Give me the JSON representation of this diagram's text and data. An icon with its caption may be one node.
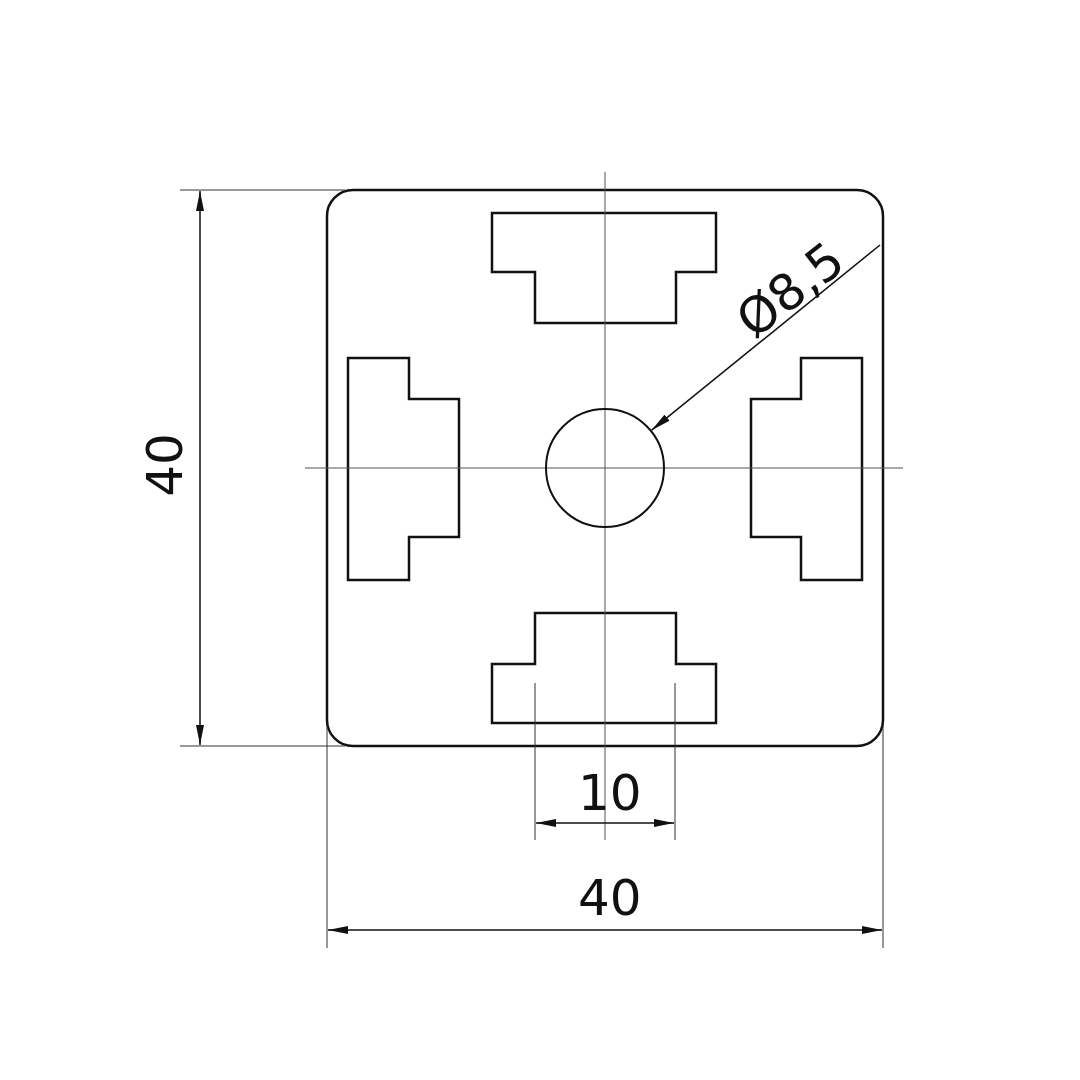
{
  "diagram": {
    "nodes": [
      {
        "text": [
          "Ø8,5"
        ]
      },
      {
        "text": [],
        "shape": "circle"
      }
    ],
    "edges": [
      {
        "from": 0,
        "to": 1,
        "arrow": "to"
      }
    ],
    "labels": [
      "40",
      "10",
      "40"
    ]
  }
}
